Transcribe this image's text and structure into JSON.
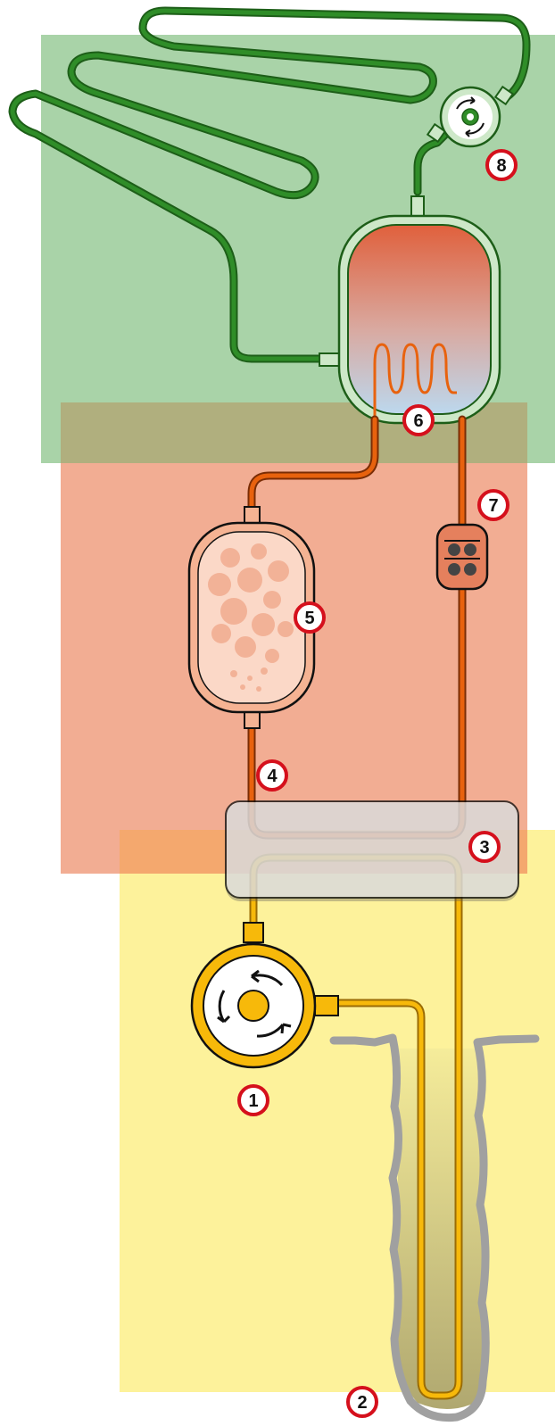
{
  "diagram": {
    "colors": {
      "zone_heating": "#a9d3a8",
      "zone_heat_pump": "#f2ad93",
      "zone_ground": "#fdf29b",
      "overlap_heating_pump": "#b0af7e",
      "overlap_pump_ground": "#f4a86e",
      "pipe_green": "#2f8d28",
      "pipe_orange": "#e8620e",
      "pipe_yellow": "#f7b90a",
      "marker_ring": "#d5101c",
      "borehole_rock": "#a0a0a0"
    },
    "markers": [
      {
        "id": "1",
        "label": "1"
      },
      {
        "id": "2",
        "label": "2"
      },
      {
        "id": "3",
        "label": "3"
      },
      {
        "id": "4",
        "label": "4"
      },
      {
        "id": "5",
        "label": "5"
      },
      {
        "id": "6",
        "label": "6"
      },
      {
        "id": "7",
        "label": "7"
      },
      {
        "id": "8",
        "label": "8"
      }
    ],
    "icons": {
      "ground_pump": "circulation-pump-icon",
      "heating_pump": "circulation-pump-icon",
      "expansion_valve": "valve-icon"
    }
  }
}
